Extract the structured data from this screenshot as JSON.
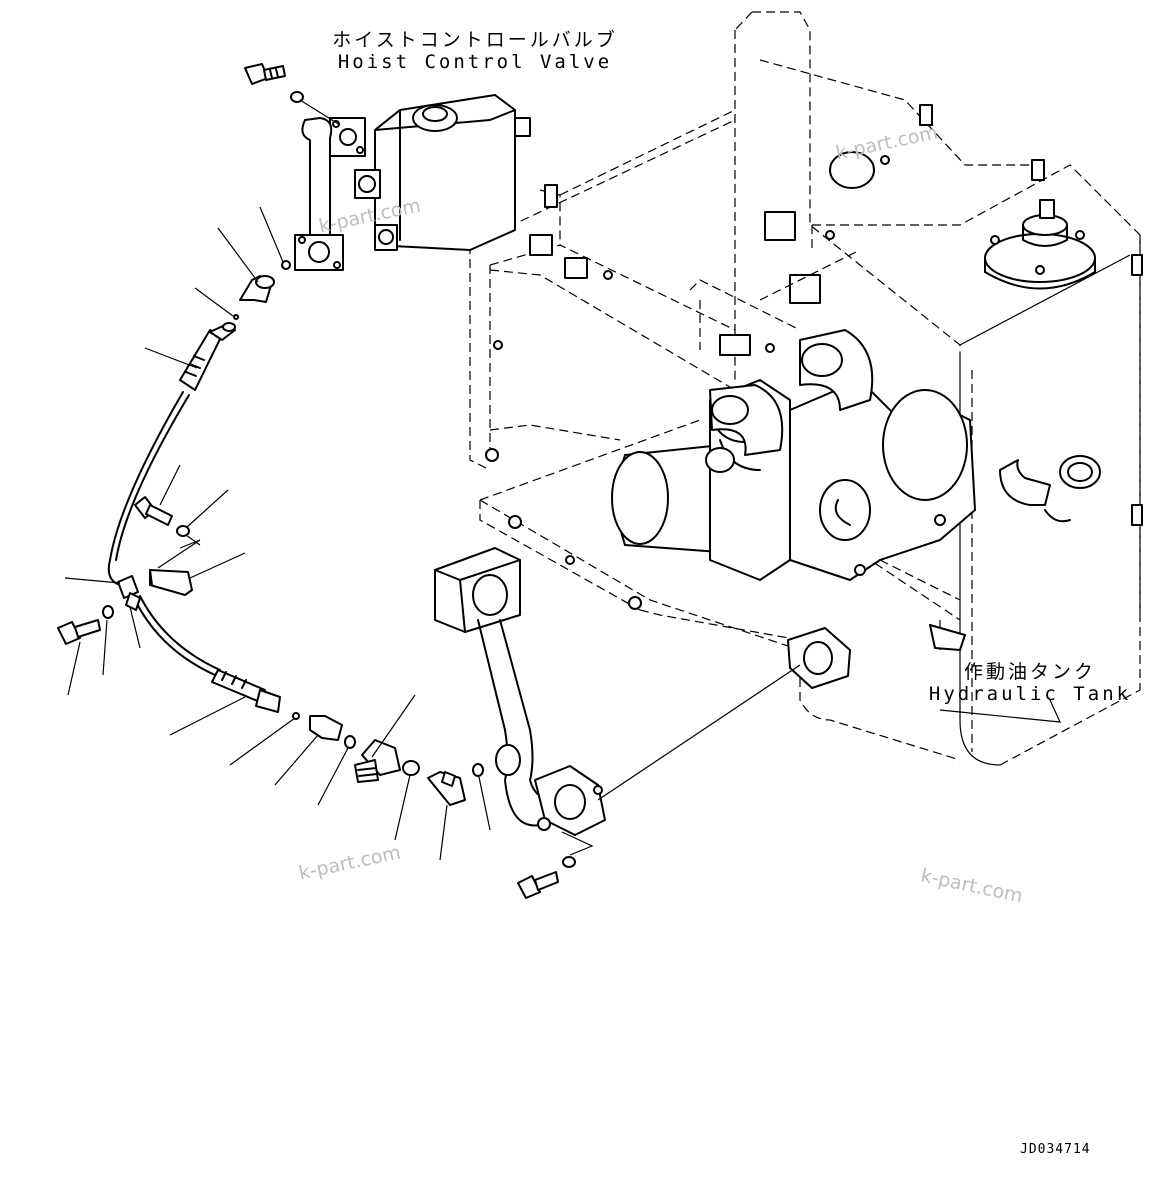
{
  "labels": {
    "hoist_jp": "ホイストコントロールバルブ",
    "hoist_en": "Hoist Control Valve",
    "tank_jp": "作動油タンク",
    "tank_en": "Hydraulic Tank"
  },
  "watermarks": [
    "k-part.com",
    "k-part.com",
    "k-part.com",
    "k-part.com"
  ],
  "drawing_id": "JD034714"
}
